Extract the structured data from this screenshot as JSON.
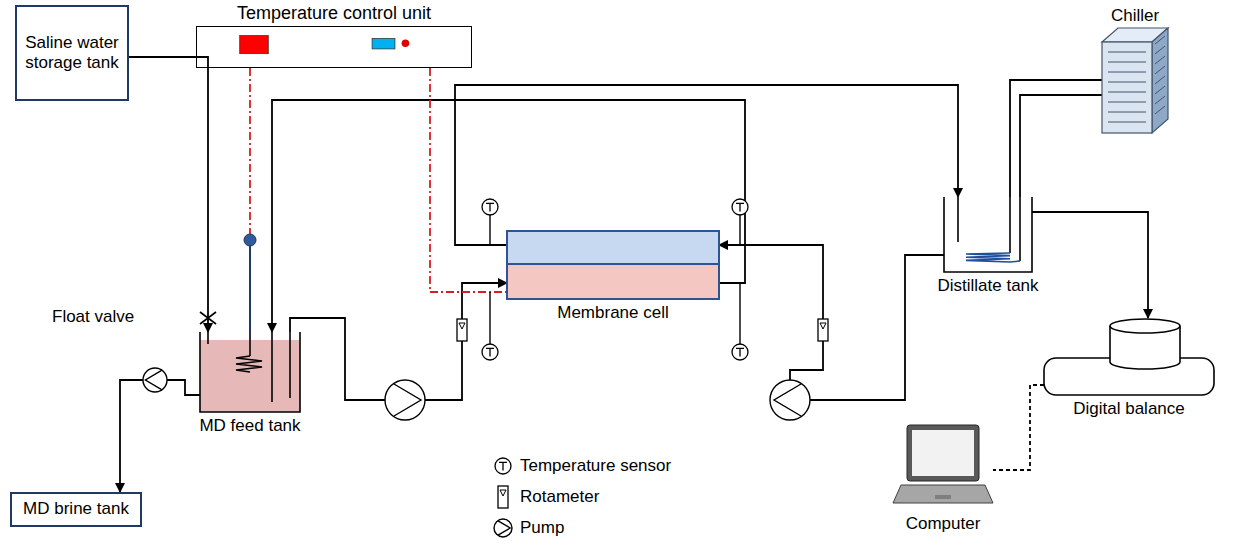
{
  "diagram": {
    "nodes": [
      {
        "text": [
          "Temperature control unit"
        ]
      },
      {
        "text": [
          "Saline water storage tank"
        ]
      },
      {
        "text": [
          "MD feed tank"
        ]
      },
      {
        "text": [
          "Membrane cell"
        ]
      },
      {
        "text": [
          "Distillate tank"
        ]
      },
      {
        "text": [
          "Chiller"
        ]
      },
      {
        "text": [
          "Digital balance"
        ]
      },
      {
        "text": [
          "MD brine tank"
        ]
      },
      {
        "text": [
          "Computer"
        ]
      }
    ],
    "edges": [
      {
        "from": 1,
        "to": 2,
        "arrow": "to"
      },
      {
        "from": 2,
        "to": 7,
        "arrow": "to"
      },
      {
        "from": 2,
        "to": 3,
        "arrow": "to"
      },
      {
        "from": 3,
        "to": 2,
        "arrow": "to"
      },
      {
        "from": 3,
        "to": 4,
        "arrow": "to"
      },
      {
        "from": 4,
        "to": 3,
        "arrow": "to"
      },
      {
        "from": 5,
        "to": 4,
        "arrow": "none"
      },
      {
        "from": 4,
        "to": 6,
        "arrow": "to"
      },
      {
        "from": 6,
        "to": 8,
        "arrow": "none"
      },
      {
        "from": 0,
        "to": 2,
        "arrow": "none"
      },
      {
        "from": 0,
        "to": 3,
        "arrow": "none"
      }
    ],
    "labels": [
      "Float valve"
    ],
    "legend": [
      {
        "text": "Temperature sensor"
      },
      {
        "text": "Rotameter"
      },
      {
        "text": "Pump"
      }
    ]
  }
}
